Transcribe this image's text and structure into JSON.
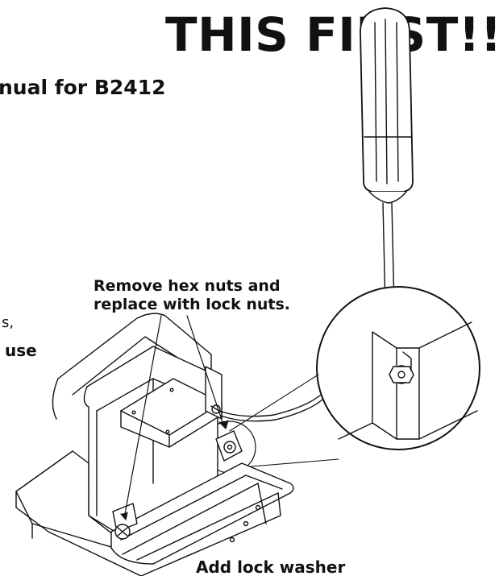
{
  "header": {
    "title": "THIS FIRST!!",
    "subtitle": "nual for B2412"
  },
  "callouts": {
    "hex_nuts_line1": "Remove hex nuts and",
    "hex_nuts_line2": "replace with lock nuts.",
    "bottom_note": "Add lock washer"
  },
  "fragments": {
    "comma_text": "s,",
    "use_text": "use"
  },
  "colors": {
    "ink": "#111111",
    "background": "#ffffff"
  }
}
